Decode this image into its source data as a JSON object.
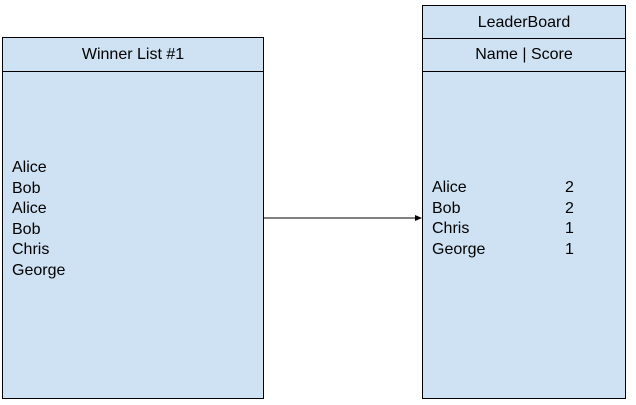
{
  "winner_list": {
    "title": "Winner List #1",
    "entries": [
      "Alice",
      "Bob",
      "Alice",
      "Bob",
      "Chris",
      "George"
    ]
  },
  "leaderboard": {
    "title": "LeaderBoard",
    "header": "Name | Score",
    "rows": [
      {
        "name": "Alice",
        "score": "2"
      },
      {
        "name": "Bob",
        "score": "2"
      },
      {
        "name": "Chris",
        "score": "1"
      },
      {
        "name": "George",
        "score": "1"
      }
    ]
  },
  "colors": {
    "box_fill": "#cfe2f3",
    "border": "#000000"
  }
}
